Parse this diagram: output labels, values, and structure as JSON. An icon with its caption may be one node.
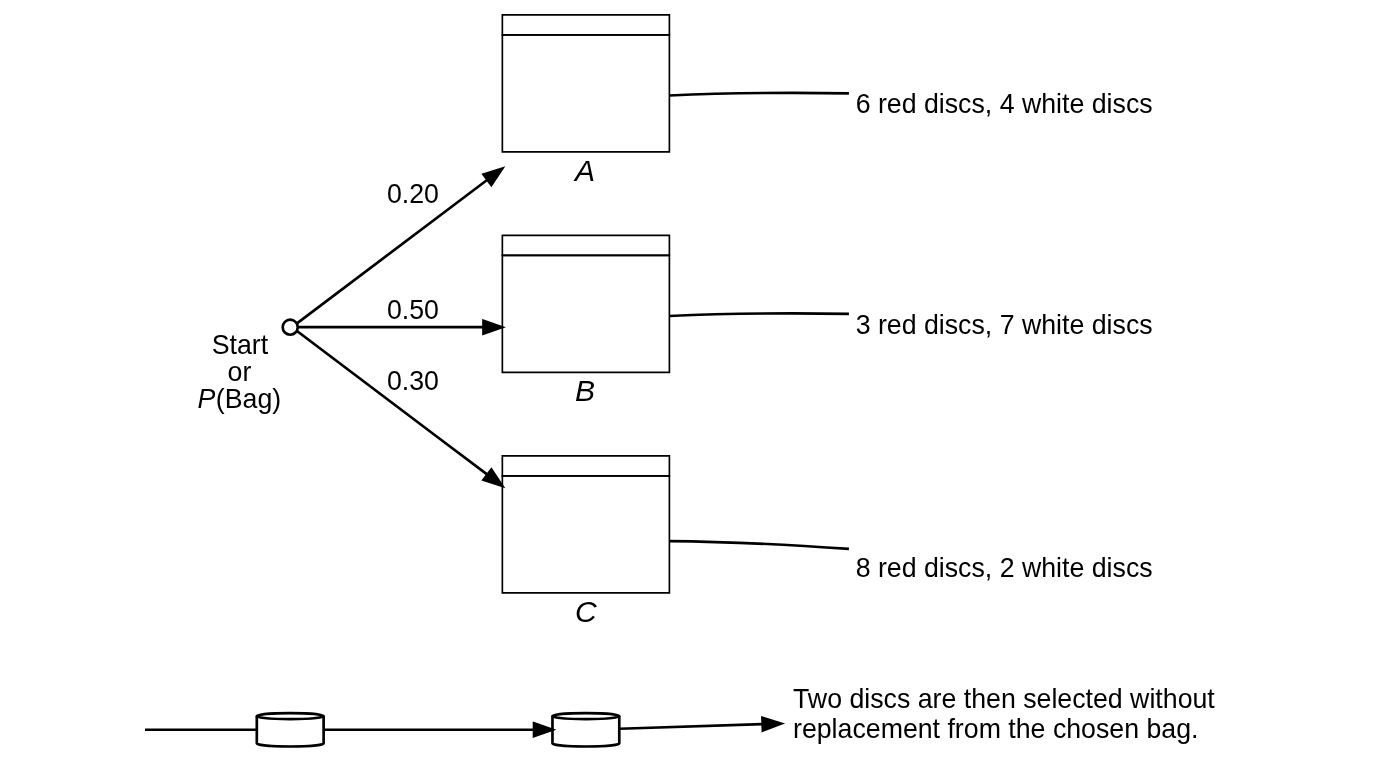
{
  "diagram": {
    "nodes": [
      {
        "text": [],
        "shape": "circle",
        "beside": [
          "Start or *P*(Bag)"
        ]
      },
      {
        "text": [
          "A"
        ]
      },
      {
        "text": [
          "B"
        ]
      },
      {
        "text": [
          "C"
        ]
      },
      {
        "text": [
          "6 red discs, 4 white discs"
        ]
      },
      {
        "text": [
          "3 red discs, 7 white discs"
        ]
      },
      {
        "text": [
          "8 red discs, 2 white discs"
        ]
      },
      {
        "text": [],
        "shape": "cylinder"
      },
      {
        "text": [],
        "shape": "cylinder"
      },
      {
        "text": [
          "Two discs are then selected without replacement from the chosen bag."
        ]
      }
    ],
    "edges": [
      {
        "from": 0,
        "to": 1,
        "arrow": "to",
        "label": "0.20"
      },
      {
        "from": 0,
        "to": 2,
        "arrow": "to",
        "label": "0.50"
      },
      {
        "from": 0,
        "to": 3,
        "arrow": "to",
        "label": "0.30"
      },
      {
        "from": 4,
        "to": 1,
        "arrow": "none"
      },
      {
        "from": 5,
        "to": 2,
        "arrow": "none"
      },
      {
        "from": 6,
        "to": 3,
        "arrow": "none"
      },
      {
        "from": null,
        "to": 7,
        "arrow": "none"
      },
      {
        "from": 7,
        "to": 8,
        "arrow": "to"
      },
      {
        "from": 8,
        "to": 9,
        "arrow": "to"
      }
    ]
  }
}
